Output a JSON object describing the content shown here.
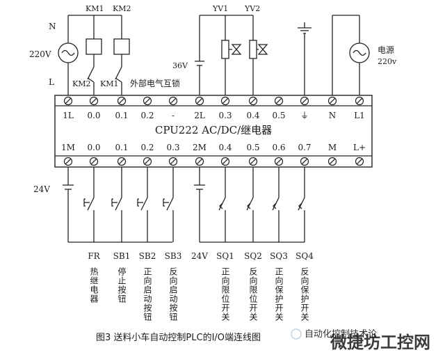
{
  "top_labels": {
    "N": "N",
    "L": "L",
    "v220": "220V",
    "km1_top": "KM1",
    "km2_top": "KM2",
    "km2_contact": "KM2",
    "km1_contact": "KM1",
    "interlock": "外部电气互锁",
    "v36": "36V",
    "yv1": "YV1",
    "yv2": "YV2",
    "power_label": "电源",
    "power_voltage": "220v"
  },
  "top_terminals": [
    "1L",
    "0.0",
    "0.1",
    "0.2",
    "-",
    "2L",
    "0.3",
    "0.4",
    "0.5",
    "⏚",
    "N",
    "L1"
  ],
  "cpu_title": "CPU222 AC/DC/继电器",
  "bottom_terminals": [
    "1M",
    "0.0",
    "0.1",
    "0.2",
    "0.3",
    "2M",
    "0.4",
    "0.5",
    "0.6",
    "0.7",
    "M",
    "L+"
  ],
  "left_supply": "24V",
  "bottom_devices": [
    {
      "code": "FR",
      "desc": "热继电器"
    },
    {
      "code": "SB1",
      "desc": "停止按钮"
    },
    {
      "code": "SB2",
      "desc": "正向启动按钮"
    },
    {
      "code": "SB3",
      "desc": "反向启动按钮"
    },
    {
      "code": "24V",
      "desc": ""
    },
    {
      "code": "SQ1",
      "desc": "正向限位开关"
    },
    {
      "code": "SQ2",
      "desc": "反向限位开关"
    },
    {
      "code": "SQ3",
      "desc": "正向保护开关"
    },
    {
      "code": "SQ4",
      "desc": "反向保护开关"
    }
  ],
  "caption": "图3  送料小车自动控制PLC的I/O端连线图",
  "watermark": {
    "small": "自动化控制技术论",
    "big": "微捷坊工控网"
  }
}
